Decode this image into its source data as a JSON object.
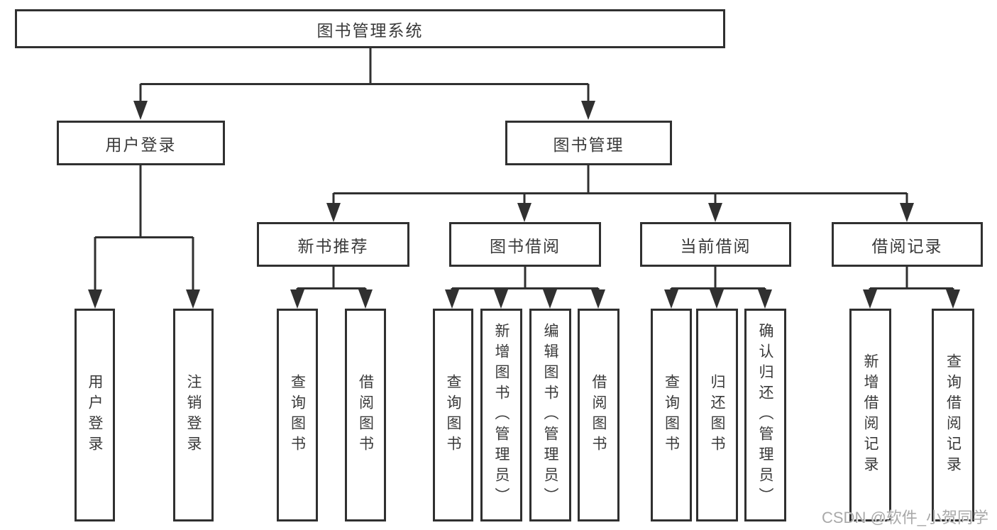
{
  "diagram_title": "图书管理系统",
  "watermark": "CSDN @软件_小贺同学",
  "colors": {
    "line": "#303030",
    "box_border": "#303030",
    "text": "#3a3a3a",
    "background": "#ffffff",
    "watermark": "#a9a9a9"
  },
  "tree": {
    "root": {
      "label": "图书管理系统"
    },
    "branches": [
      {
        "label": "用户登录",
        "children": [
          {
            "label": "用户登录"
          },
          {
            "label": "注销登录"
          }
        ]
      },
      {
        "label": "图书管理",
        "children": [
          {
            "label": "新书推荐",
            "children": [
              {
                "label": "查询图书"
              },
              {
                "label": "借阅图书"
              }
            ]
          },
          {
            "label": "图书借阅",
            "children": [
              {
                "label": "查询图书"
              },
              {
                "label": "新增图书（管理员）"
              },
              {
                "label": "编辑图书（管理员）"
              },
              {
                "label": "借阅图书"
              }
            ]
          },
          {
            "label": "当前借阅",
            "children": [
              {
                "label": "查询图书"
              },
              {
                "label": "归还图书"
              },
              {
                "label": "确认归还（管理员）"
              }
            ]
          },
          {
            "label": "借阅记录",
            "children": [
              {
                "label": "新增借阅记录"
              },
              {
                "label": "查询借阅记录"
              }
            ]
          }
        ]
      }
    ]
  }
}
